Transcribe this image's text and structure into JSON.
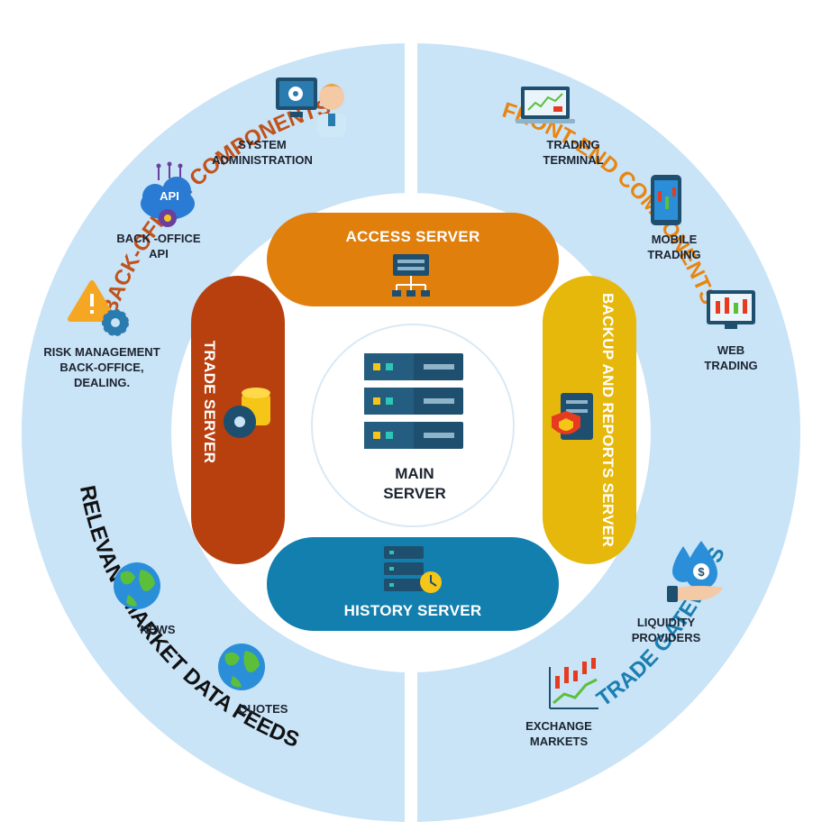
{
  "colors": {
    "ring": "#c9e3f7",
    "back_office": "#c0521a",
    "front_end": "#e8850f",
    "market_data": "#111111",
    "trade_gateways": "#1a7fb0",
    "access_server": "#e07f0c",
    "trade_server": "#b8400f",
    "backup_server": "#e6b80c",
    "history_server": "#137fae",
    "server_icon": "#1e4f6e"
  },
  "sections": {
    "back_office": "BACK-OFFICE COMPONENTS",
    "front_end": "FRONT-END COMPONENTS",
    "market_data": "RELEVANT MARKET DATA FEEDS",
    "trade_gateways": "TRADE GATEWAYS"
  },
  "servers": {
    "access": "ACCESS SERVER",
    "trade": "TRADE SERVER",
    "backup": "BACKUP AND REPORTS SERVER",
    "history": "HISTORY SERVER",
    "main": "MAIN\nSERVER"
  },
  "items": {
    "system_admin": "SYSTEM\nADMINISTRATION",
    "backoffice_api": "BACK -OFFICE\nAPI",
    "api_badge": "API",
    "risk_management": "RISK MANAGEMENT\nBACK-OFFICE,\nDEALING.",
    "news": "NEWS",
    "quotes": "QUOTES",
    "trading_terminal": "TRADING\nTERMINAL",
    "mobile_trading": "MOBILE\nTRADING",
    "web_trading": "WEB\nTRADING",
    "liquidity_providers": "LIQUIDITY\nPROVIDERS",
    "exchange_markets": "EXCHANGE\nMARKETS"
  },
  "icons": {
    "system_admin": "admin-gear-monitor-icon",
    "backoffice_api": "api-cloud-icon",
    "risk_management": "warning-gear-icon",
    "news": "globe-icon",
    "quotes": "globe-icon",
    "trading_terminal": "laptop-chart-icon",
    "mobile_trading": "phone-chart-icon",
    "web_trading": "monitor-chart-icon",
    "liquidity_providers": "money-drop-hand-icon",
    "exchange_markets": "candlestick-chart-icon",
    "access": "network-server-icon",
    "trade": "coins-gear-icon",
    "backup": "shield-server-icon",
    "history": "server-clock-icon",
    "main": "server-rack-icon"
  }
}
